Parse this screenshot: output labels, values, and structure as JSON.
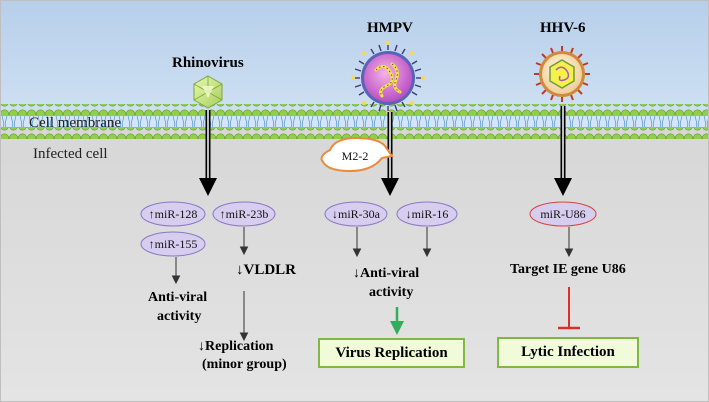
{
  "viruses": {
    "rhinovirus": "Rhinovirus",
    "hmpv": "HMPV",
    "hhv6": "HHV-6"
  },
  "regions": {
    "membrane": "Cell membrane",
    "infected": "Infected cell"
  },
  "protein_callout": "M2-2",
  "rhinovirus_branch": {
    "mir_128": "↑miR-128",
    "mir_155": "↑miR-155",
    "mir_23b": "↑miR-23b",
    "vldlr": "↓VLDLR",
    "antiviral_line1": "Anti-viral",
    "antiviral_line2": "activity",
    "replication_line1": "↓Replication",
    "replication_line2": "(minor group)"
  },
  "hmpv_branch": {
    "mir_30a": "↓miR-30a",
    "mir_16": "↓miR-16",
    "antiviral_line1": "↓Anti-viral",
    "antiviral_line2": "activity",
    "outcome": "Virus Replication"
  },
  "hhv6_branch": {
    "mir_u86": "miR-U86",
    "target": "Target IE gene U86",
    "outcome": "Lytic Infection"
  },
  "colors": {
    "extracellular": "#c5d9ef",
    "cytoplasm": "#dedede",
    "lipid_head": "#8fcf49",
    "lipid_tail": "#6fa8dc",
    "mirna_fill": "#d7cdef",
    "mirna_stroke": "#8a78c4",
    "mir_u86_stroke": "#d9433a",
    "callout_stroke": "#ec8a3a",
    "outcome_fill": "#f1fbd9",
    "outcome_stroke": "#7fb843",
    "inhibit": "#d9302a",
    "stimulate": "#2fae5b"
  }
}
